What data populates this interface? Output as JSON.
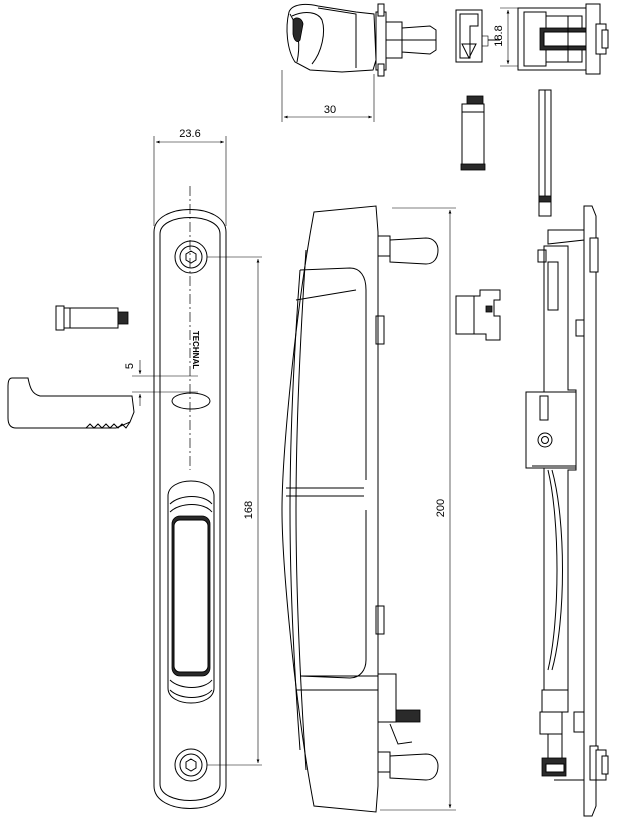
{
  "dimensions": {
    "clip_width": "30",
    "clip_height": "18.8",
    "plate_width": "23.6",
    "hole_spacing": "168",
    "overall_height": "200",
    "slot_offset": "5"
  },
  "brand_mark": "TECHNAL"
}
